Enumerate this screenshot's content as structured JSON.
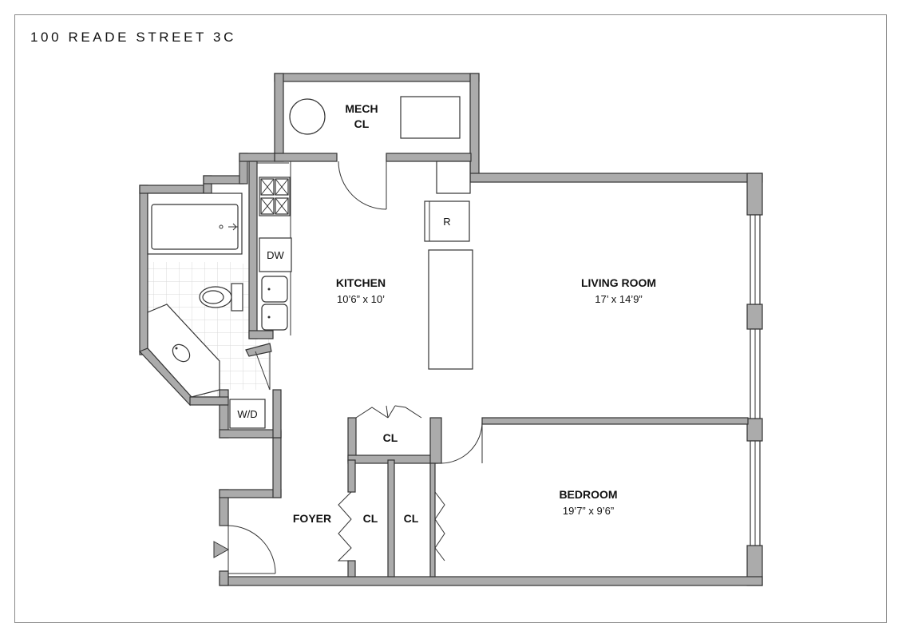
{
  "title": "100 READE STREET 3C",
  "rooms": {
    "mech": {
      "line1": "MECH",
      "line2": "CL"
    },
    "kitchen": {
      "name": "KITCHEN",
      "dims": "10’6” x 10’"
    },
    "living": {
      "name": "LIVING ROOM",
      "dims": "17’ x 14’9”"
    },
    "bedroom": {
      "name": "BEDROOM",
      "dims": "19’7” x 9’6”"
    },
    "foyer": {
      "name": "FOYER"
    },
    "closet_hall": {
      "name": "CL"
    },
    "closet_left": {
      "name": "CL"
    },
    "closet_right": {
      "name": "CL"
    }
  },
  "fixtures": {
    "dishwasher": "DW",
    "refrigerator": "R",
    "washer_dryer": "W/D"
  },
  "colors": {
    "wall": "#ababab",
    "line": "#333333",
    "tile": "#d8d8d8"
  }
}
